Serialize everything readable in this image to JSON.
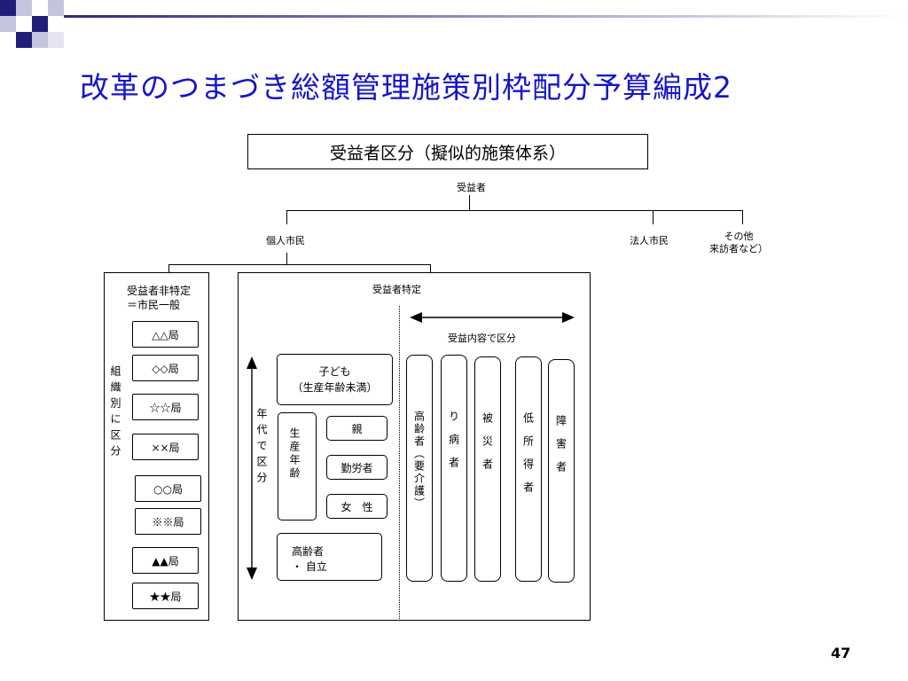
{
  "title": "改革のつまづき総額管理施策別枠配分予算編成2",
  "page_number": "47",
  "diagram": {
    "header": "受益者区分（擬似的施策体系）",
    "root": "受益者",
    "branches": {
      "individual": "個人市民",
      "corporate": "法人市民",
      "other": "その他\n来訪者など）"
    },
    "left_panel": {
      "title": "受益者非特定\n＝市民一般",
      "side_label": "組織別に区分",
      "bureaus": [
        "△△局",
        "◇◇局",
        "☆☆局",
        "××局",
        "○○局",
        "※※局",
        "▲▲局",
        "★★局"
      ]
    },
    "right_panel": {
      "title": "受益者特定",
      "content_label": "受益内容で区分",
      "age_label": "年代で区分",
      "child": "子ども\n（生産年齢未満）",
      "working_age": "生産年齢",
      "parent": "親",
      "worker": "勤労者",
      "woman": "女　性",
      "elderly_independent": "高齢者\n・ 自立",
      "columns": [
        "高齢者（要介護）",
        "り病者",
        "被災者",
        "低所得者",
        "障害者"
      ]
    }
  }
}
